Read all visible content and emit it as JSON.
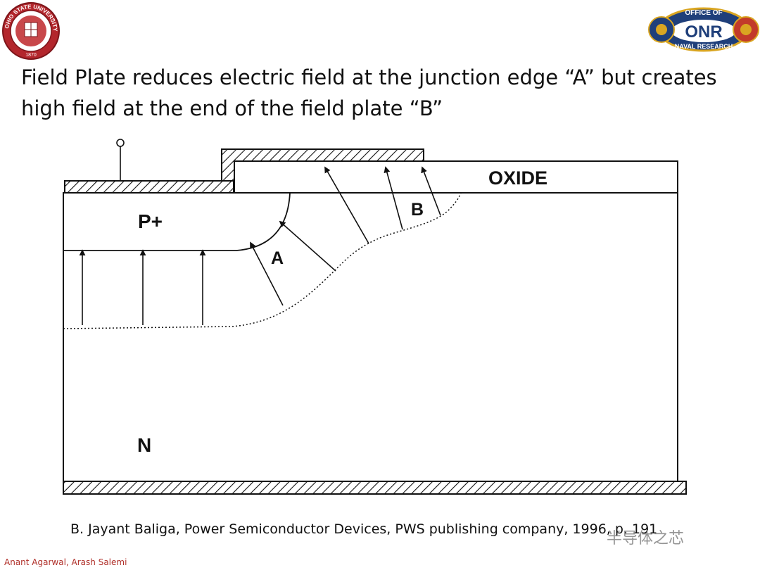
{
  "slide": {
    "title_line1": "Field Plate reduces electric field at the junction edge “A” but creates",
    "title_line2": "high field at the end of the field plate “B”",
    "citation": "B. Jayant Baliga, Power Semiconductor Devices, PWS publishing company, 1996, p. 191",
    "authors": "Anant Agarwal, Arash Salemi",
    "watermark": "半导体之芯"
  },
  "logos": {
    "left": {
      "name": "ohio-state-university-seal",
      "text_top": "OHIO STATE UNIVERSITY",
      "year": "1870"
    },
    "right": {
      "name": "office-of-naval-research-logo",
      "text_top": "OFFICE OF",
      "text_mid": "ONR",
      "text_bottom": "NAVAL RESEARCH"
    }
  },
  "diagram": {
    "labels": {
      "oxide": "OXIDE",
      "p_plus": "P+",
      "n_region": "N",
      "point_a": "A",
      "point_b": "B"
    }
  },
  "colors": {
    "seal_red": "#b3262c",
    "onr_blue": "#1f3f7a",
    "onr_gold": "#d9a521",
    "ink": "#111111",
    "author_red": "#b0302a"
  }
}
